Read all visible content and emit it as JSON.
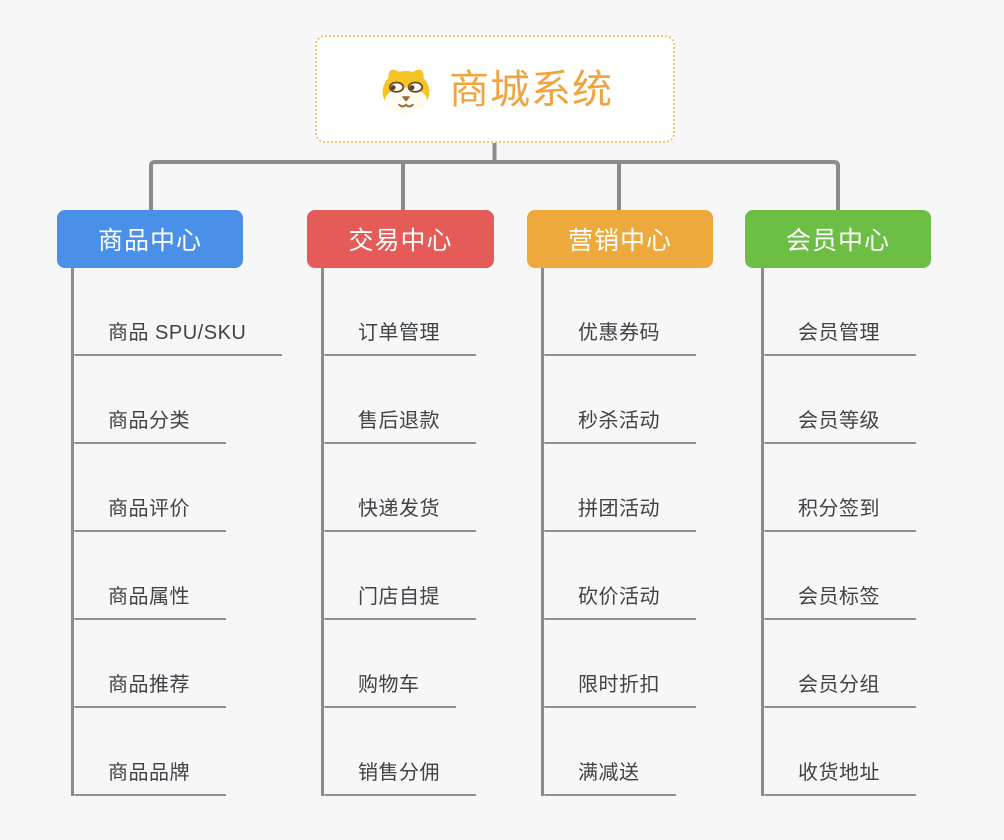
{
  "page": {
    "background_color": "#f7f7f7",
    "connector_color": "#8c8c8c"
  },
  "root": {
    "title": "商城系统",
    "icon": "dog-face-icon",
    "title_color": "#f0a440",
    "border_color": "#f2c46e"
  },
  "branches": [
    {
      "label": "商品中心",
      "color": "#4a90e8",
      "items": [
        "商品 SPU/SKU",
        "商品分类",
        "商品评价",
        "商品属性",
        "商品推荐",
        "商品品牌"
      ]
    },
    {
      "label": "交易中心",
      "color": "#e45b58",
      "items": [
        "订单管理",
        "售后退款",
        "快递发货",
        "门店自提",
        "购物车",
        "销售分佣"
      ]
    },
    {
      "label": "营销中心",
      "color": "#eda93c",
      "items": [
        "优惠券码",
        "秒杀活动",
        "拼团活动",
        "砍价活动",
        "限时折扣",
        "满减送"
      ]
    },
    {
      "label": "会员中心",
      "color": "#6cbf44",
      "items": [
        "会员管理",
        "会员等级",
        "积分签到",
        "会员标签",
        "会员分组",
        "收货地址"
      ]
    }
  ]
}
